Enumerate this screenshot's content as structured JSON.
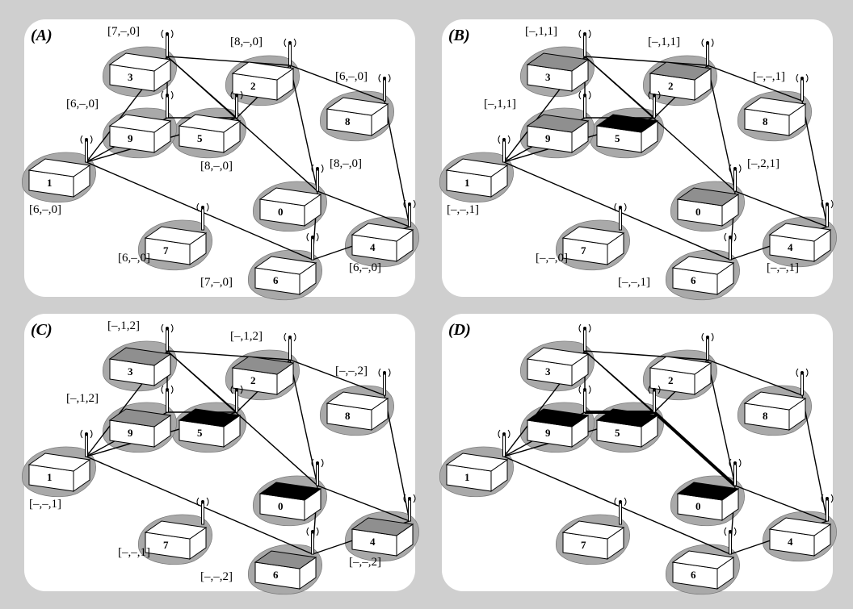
{
  "colors": {
    "background": "#cfcfcf",
    "panel": "#ffffff",
    "shadow": "#a9a9a9",
    "box_white": "#ffffff",
    "top_gray": "#8f8f8f",
    "top_black": "#000000",
    "line": "#000000"
  },
  "icon_names": {
    "node": "network-node-icon",
    "antenna": "antenna-icon"
  },
  "edges": [
    [
      3,
      2
    ],
    [
      3,
      9
    ],
    [
      3,
      1
    ],
    [
      3,
      5
    ],
    [
      3,
      0
    ],
    [
      2,
      5
    ],
    [
      2,
      8
    ],
    [
      2,
      0
    ],
    [
      9,
      5
    ],
    [
      9,
      1
    ],
    [
      5,
      1
    ],
    [
      8,
      4
    ],
    [
      0,
      4
    ],
    [
      0,
      6
    ],
    [
      1,
      6
    ],
    [
      6,
      4
    ]
  ],
  "panels": [
    {
      "id": "A",
      "label": "(A)",
      "node_states": {
        "0": "white",
        "1": "white",
        "2": "white",
        "3": "white",
        "4": "white",
        "5": "white",
        "6": "white",
        "7": "white",
        "8": "white",
        "9": "white"
      },
      "tags": {
        "3": "[7,–,0]",
        "2": "[8,–,0]",
        "8": "[6,–,0]",
        "9": "[6,–,0]",
        "5": "[8,–,0]",
        "1": "[6,–,0]",
        "0": "[8,–,0]",
        "7": "[6,–,0]",
        "6": "[7,–,0]",
        "4": "[6,–,0]"
      },
      "bold_edges": []
    },
    {
      "id": "B",
      "label": "(B)",
      "node_states": {
        "0": "gray",
        "1": "white",
        "2": "gray",
        "3": "gray",
        "4": "white",
        "5": "black",
        "6": "white",
        "7": "white",
        "8": "white",
        "9": "gray"
      },
      "tags": {
        "3": "[–,1,1]",
        "2": "[–,1,1]",
        "8": "[–,–,1]",
        "9": "[–,1,1]",
        "1": "[–,–,1]",
        "0": "[–,2,1]",
        "7": "[–,–,0]",
        "6": "[–,–,1]",
        "4": "[–,–,1]"
      },
      "bold_edges": []
    },
    {
      "id": "C",
      "label": "(C)",
      "node_states": {
        "0": "black",
        "1": "white",
        "2": "gray",
        "3": "gray",
        "4": "gray",
        "5": "black",
        "6": "gray",
        "7": "white",
        "8": "white",
        "9": "gray"
      },
      "tags": {
        "3": "[–,1,2]",
        "2": "[–,1,2]",
        "8": "[–,–,2]",
        "9": "[–,1,2]",
        "1": "[–,–,1]",
        "7": "[–,–,1]",
        "6": "[–,–,2]",
        "4": "[–,–,2]"
      },
      "bold_edges": []
    },
    {
      "id": "D",
      "label": "(D)",
      "node_states": {
        "0": "black",
        "1": "white",
        "2": "white",
        "3": "white",
        "4": "white",
        "5": "black",
        "6": "white",
        "7": "white",
        "8": "white",
        "9": "black"
      },
      "tags": {},
      "bold_edges": [
        [
          9,
          5
        ],
        [
          5,
          0
        ]
      ]
    }
  ]
}
